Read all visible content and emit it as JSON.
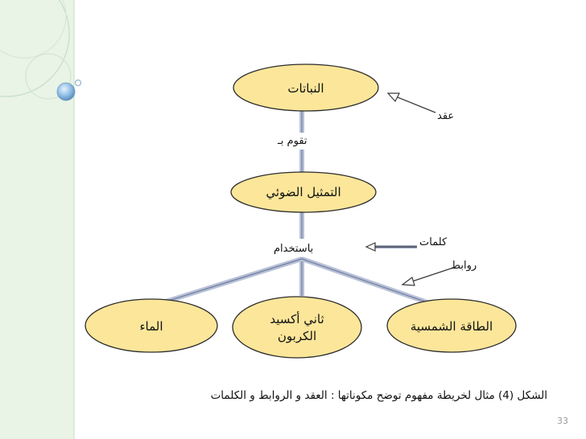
{
  "nodes": {
    "plants": "النباتات",
    "photosynthesis": "التمثيل الضوئي",
    "water": "الماء",
    "co2_line1": "ثاني أكسيد",
    "co2_line2": "الكربون",
    "solar_energy": "الطاقة الشمسية"
  },
  "links": {
    "performs": "تقوم بـ",
    "using": "باستخدام"
  },
  "annotations": {
    "nodes_note": "عقد",
    "words_note": "كلمات",
    "links_note": "روابط"
  },
  "caption": "الشكل (4) مثال لخريطة مفهوم توضح مكوناتها : العقد و الروابط و الكلمات",
  "page_number": "33",
  "colors": {
    "node_fill": "#fce69a",
    "node_stroke": "#2b2b2b",
    "connector": "#b9c1d6",
    "arrow_stroke": "#3a3a3a",
    "background_tint": "#e6f1e2",
    "decor_circle": "#c8dfc6",
    "decor_bead": "#7fb0d8"
  }
}
